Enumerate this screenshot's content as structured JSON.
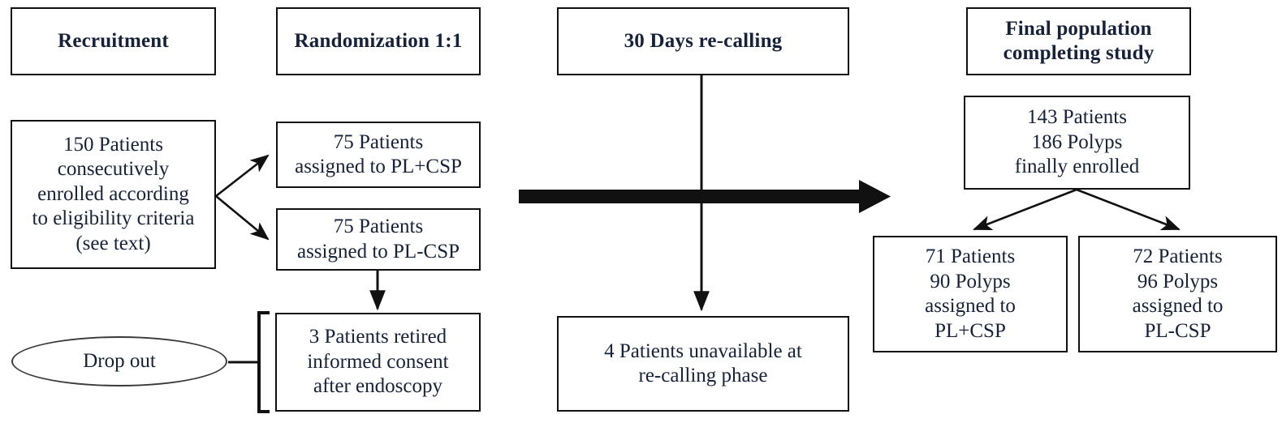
{
  "diagram": {
    "title": "CONSORT-style patient flow diagram",
    "line_color": "#111111",
    "text_color": "#16213a",
    "background": "#ffffff",
    "headers": [
      {
        "id": "recruitment",
        "label": "Recruitment"
      },
      {
        "id": "randomization",
        "label": "Randomization 1:1"
      },
      {
        "id": "recalling",
        "label": "30 Days re-calling"
      },
      {
        "id": "final-population",
        "label": "Final population\ncompleting study"
      }
    ],
    "nodes": [
      {
        "id": "enrolled",
        "label": "150 Patients\nconsecutively\nenrolled according\nto eligibility criteria\n(see text)"
      },
      {
        "id": "arm-plcsp-plus",
        "label": "75 Patients\nassigned to PL+CSP"
      },
      {
        "id": "arm-plcsp-minus",
        "label": "75 Patients\nassigned to PL-CSP"
      },
      {
        "id": "retired-consent",
        "label": "3 Patients retired\ninformed consent\nafter endoscopy"
      },
      {
        "id": "unavailable",
        "label": "4 Patients unavailable at\nre-calling phase"
      },
      {
        "id": "final-enrolled",
        "label": "143 Patients\n186 Polyps\nfinally enrolled"
      },
      {
        "id": "final-plcsp-plus",
        "label": "71 Patients\n90 Polyps\nassigned to\nPL+CSP"
      },
      {
        "id": "final-plcsp-minus",
        "label": "72 Patients\n96 Polyps\nassigned to\nPL-CSP"
      }
    ],
    "dropout": {
      "id": "drop-out",
      "label": "Drop out"
    }
  }
}
